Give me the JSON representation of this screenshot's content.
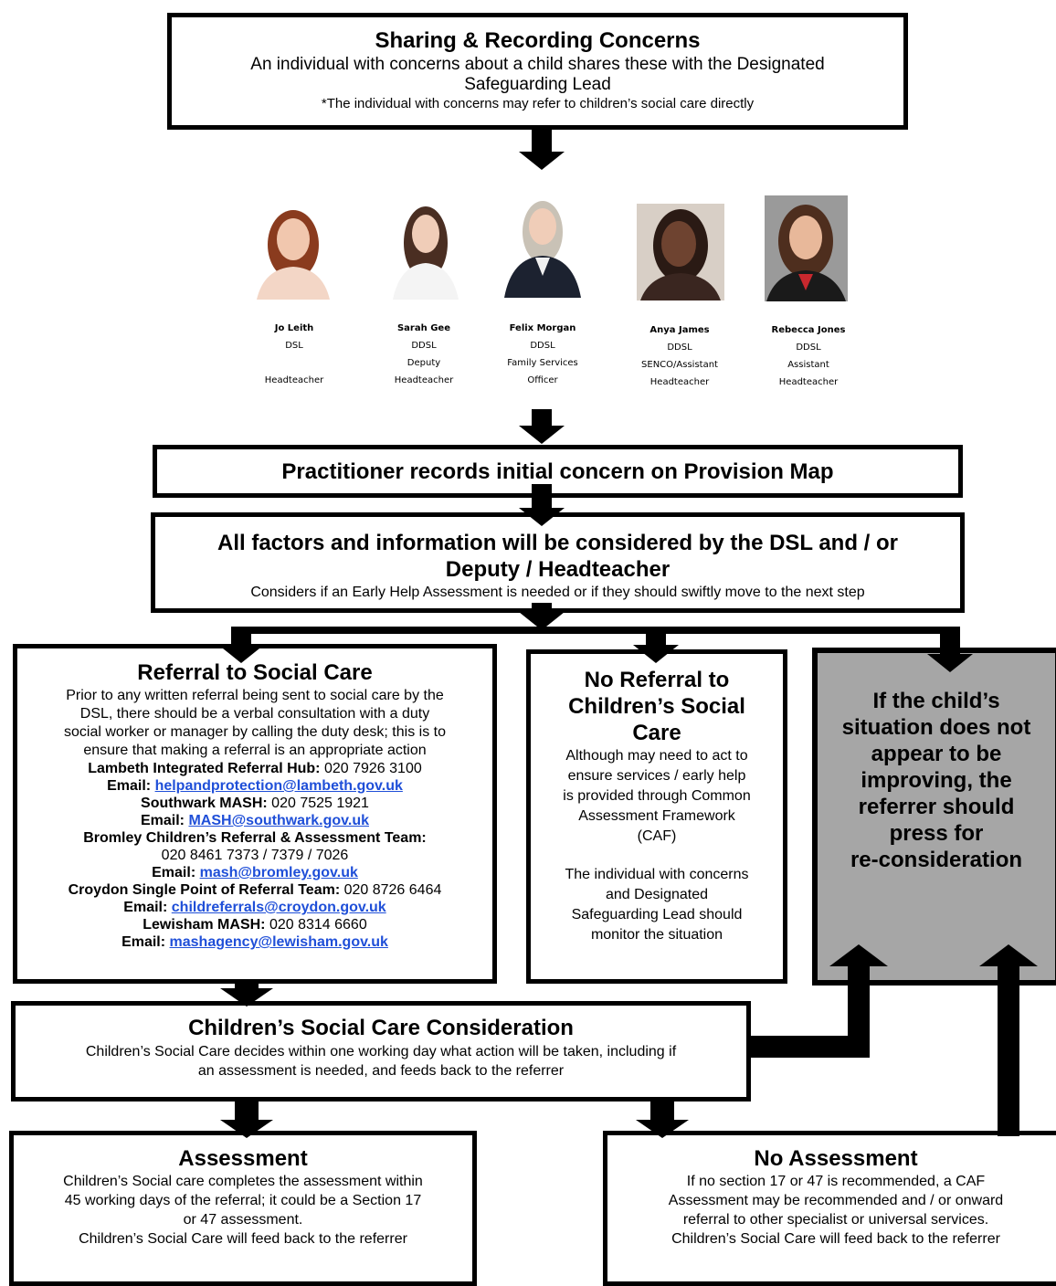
{
  "top_box": {
    "title": "Sharing & Recording Concerns",
    "line1": "An individual with concerns about a child shares these with the Designated",
    "line2": "Safeguarding Lead",
    "note": "*The individual with concerns may refer to children’s social care directly"
  },
  "staff": [
    {
      "name": "Jo Leith",
      "role1": "DSL",
      "role2": "",
      "role3": "Headteacher"
    },
    {
      "name": "Sarah Gee",
      "role1": "DDSL",
      "role2": "Deputy",
      "role3": "Headteacher"
    },
    {
      "name": "Felix Morgan",
      "role1": "DDSL",
      "role2": "Family Services",
      "role3": "Officer"
    },
    {
      "name": "Anya James",
      "role1": "DDSL",
      "role2": "SENCO/Assistant",
      "role3": "Headteacher"
    },
    {
      "name": "Rebecca Jones",
      "role1": "DDSL",
      "role2": "Assistant",
      "role3": "Headteacher"
    }
  ],
  "record_box": {
    "title": "Practitioner records initial concern on Provision Map"
  },
  "consider_box": {
    "title1": "All factors and information will be considered by the DSL and / or",
    "title2": "Deputy / Headteacher",
    "text": "Considers if an Early Help Assessment is needed or if they should swiftly move to the next step"
  },
  "referral_box": {
    "title": "Referral to Social Care",
    "p1": "Prior to any written referral being sent to social care by the",
    "p2": "DSL, there should be a verbal consultation with a duty",
    "p3": "social worker or manager by calling the duty desk; this is to",
    "p4": "ensure that making a referral is an appropriate action",
    "lambeth_label": "Lambeth Integrated Referral Hub:",
    "lambeth_phone": "020 7926 3100",
    "email_label": "Email:",
    "lambeth_email": "helpandprotection@lambeth.gov.uk",
    "southwark_label": "Southwark MASH:",
    "southwark_phone": "020 7525 1921",
    "southwark_email": "MASH@southwark.gov.uk",
    "bromley_label": "Bromley Children’s Referral & Assessment Team:",
    "bromley_phone": "020 8461 7373 / 7379 / 7026",
    "bromley_email": "mash@bromley.gov.uk",
    "croydon_label": "Croydon Single Point of Referral Team:",
    "croydon_phone": "020 8726 6464",
    "croydon_email": "childreferrals@croydon.gov.uk",
    "lewisham_label": "Lewisham MASH:",
    "lewisham_phone": "020 8314 6660",
    "lewisham_email": "mashagency@lewisham.gov.uk"
  },
  "no_referral_box": {
    "title1": "No Referral to",
    "title2": "Children’s Social",
    "title3": "Care",
    "p1": "Although may need to act to",
    "p2": "ensure services / early help",
    "p3": "is provided through Common",
    "p4": "Assessment Framework",
    "p5": "(CAF)",
    "q1": "The individual with concerns",
    "q2": "and Designated",
    "q3": "Safeguarding Lead should",
    "q4": "monitor the situation"
  },
  "reconsider_box": {
    "l1": "If the child’s",
    "l2": "situation does not",
    "l3": "appear to be",
    "l4": "improving, the",
    "l5": "referrer should",
    "l6": "press for",
    "l7": "re-consideration"
  },
  "csc_box": {
    "title": "Children’s Social Care Consideration",
    "l1": "Children’s Social Care decides within one working day what action will be taken, including if",
    "l2": "an assessment is needed, and feeds back to the referrer"
  },
  "assessment_box": {
    "title": "Assessment",
    "l1": "Children’s Social care completes the assessment within",
    "l2": "45 working days of the referral; it could be a Section 17",
    "l3": "or 47 assessment.",
    "l4": "Children’s Social Care will feed back to the referrer"
  },
  "no_assessment_box": {
    "title": "No Assessment",
    "l1": "If no section 17 or 47 is recommended, a CAF",
    "l2": "Assessment may be recommended and / or onward",
    "l3": "referral to other specialist or universal services.",
    "l4": "Children’s Social Care will feed back to the referrer"
  },
  "colors": {
    "reconsider_fill": "#a6a6a6",
    "link": "#1f4fd8"
  }
}
